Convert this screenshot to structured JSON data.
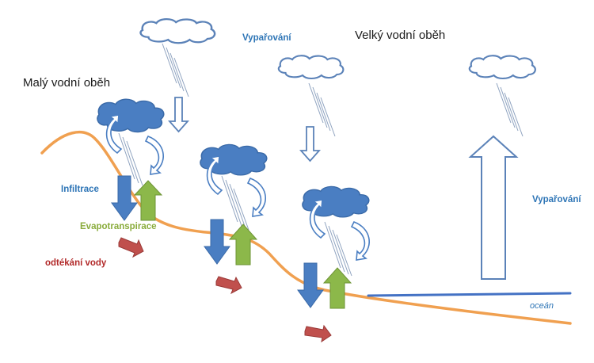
{
  "labels": {
    "small_cycle": "Malý vodní oběh",
    "large_cycle": "Velký vodní oběh",
    "evaporation_top": "Vypařování",
    "evaporation_right": "Vypařování",
    "infiltration": "Infiltrace",
    "evapotranspiration": "Evapotranspirace",
    "runoff": "odtékání vody",
    "ocean": "oceán"
  },
  "colors": {
    "terrain": "#f0a050",
    "ocean": "#4472c4",
    "cloud_outline": "#5b82b8",
    "cloud_fill": "#4a7ec2",
    "infiltration_arrow": "#4a7ec2",
    "evapotranspiration_arrow": "#8cb84a",
    "runoff_arrow": "#c0504d",
    "rain": "#8fa3c0"
  }
}
